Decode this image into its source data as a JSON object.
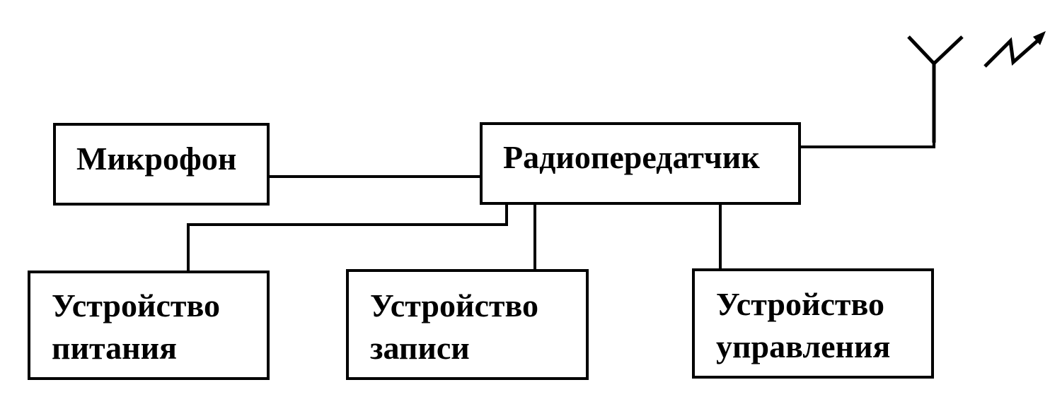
{
  "diagram": {
    "blocks": {
      "microphone": {
        "lines": [
          "Микрофон"
        ]
      },
      "transmitter": {
        "lines": [
          "Радиопередатчик"
        ]
      },
      "power": {
        "lines": [
          "Устройство",
          "питания"
        ]
      },
      "recorder": {
        "lines": [
          "Устройство",
          "записи"
        ]
      },
      "control": {
        "lines": [
          "Устройство",
          "управления"
        ]
      }
    },
    "connections": [
      {
        "from": "microphone",
        "to": "transmitter"
      },
      {
        "from": "transmitter",
        "to": "antenna"
      },
      {
        "from": "transmitter",
        "to": "power"
      },
      {
        "from": "transmitter",
        "to": "recorder"
      },
      {
        "from": "transmitter",
        "to": "control"
      }
    ],
    "symbols": {
      "antenna": "antenna-icon",
      "radio_wave": "radio-wave-icon"
    },
    "colors": {
      "line": "#000000",
      "background": "#ffffff"
    }
  }
}
